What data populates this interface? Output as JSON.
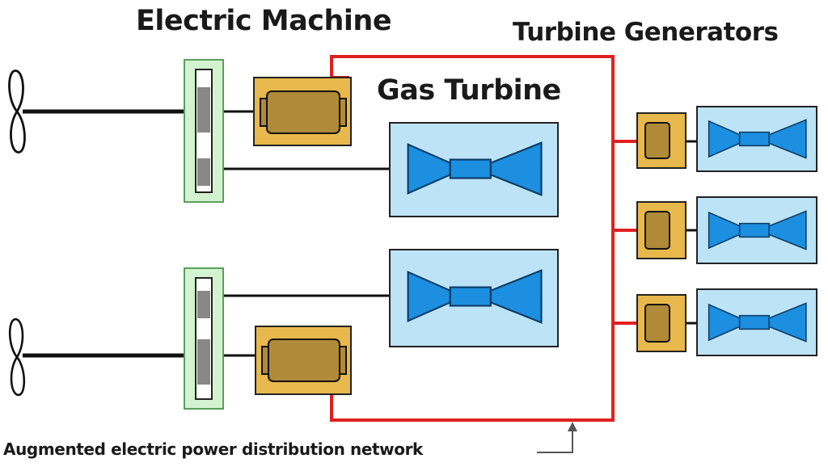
{
  "labels": {
    "electric_machine": "Electric Machine",
    "turbine_generators": "Turbine Generators",
    "gas_turbine": "Gas Turbine",
    "distribution_network": "Augmented electric power distribution network"
  },
  "colors": {
    "power_bus": "#e02020",
    "shaft": "#111111",
    "gearbox_fill": "#d3f3d0",
    "gearbox_border": "#5b9e5b",
    "machine_fill": "#e8b84c",
    "machine_core": "#b08a38",
    "turbine_fill": "#bde3f6",
    "turbine_core": "#1c8fe0",
    "arrow": "#555555"
  },
  "components": {
    "propellers": [
      "propeller-top",
      "propeller-bottom"
    ],
    "gearboxes": [
      "gearbox-top",
      "gearbox-bottom"
    ],
    "electric_machines": [
      "electric-machine-top",
      "electric-machine-bottom"
    ],
    "gas_turbines": [
      "gas-turbine-top",
      "gas-turbine-bottom"
    ],
    "turbine_generators": [
      "turbine-generator-1",
      "turbine-generator-2",
      "turbine-generator-3"
    ]
  }
}
